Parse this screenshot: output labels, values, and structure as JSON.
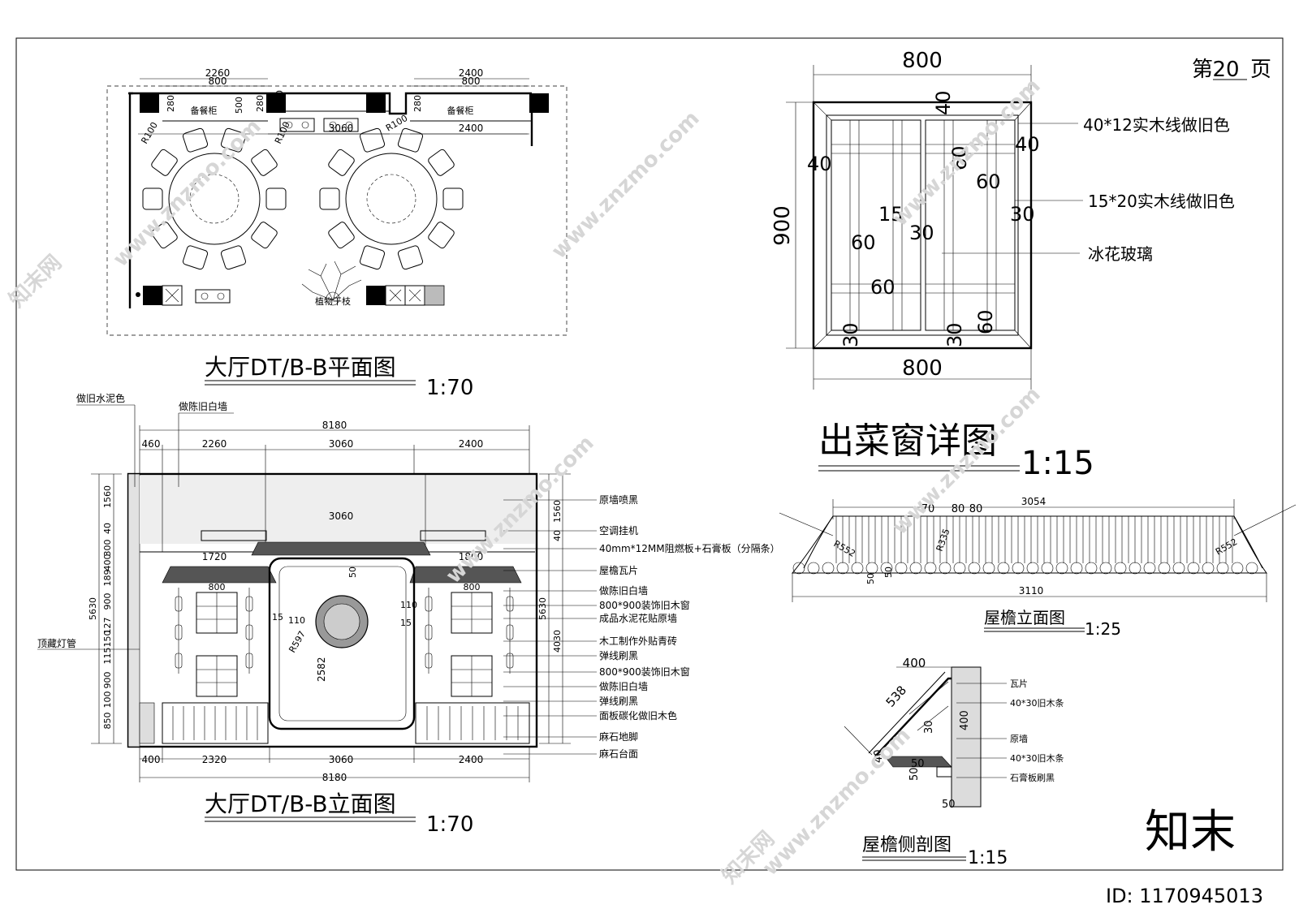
{
  "page": {
    "prefix": "第",
    "number": "20",
    "suffix": "页"
  },
  "plan": {
    "title": "大厅DT/B-B平面图",
    "scale": "1:70",
    "dims": {
      "d2260": "2260",
      "d800a": "800",
      "d2400a": "2400",
      "d800b": "800",
      "d3060": "3060",
      "d2400b": "2400",
      "r100a": "R100",
      "r100b": "R100",
      "r100c": "R100",
      "d280a": "280",
      "d500": "500",
      "d280b": "280",
      "d280c": "280",
      "d280d": "280"
    },
    "labels": {
      "cab1": "备餐柜",
      "cab2": "备餐柜",
      "plant": "植物干枝"
    }
  },
  "elevation": {
    "title": "大厅DT/B-B立面图",
    "scale": "1:70",
    "top": {
      "total": "8180",
      "d460": "460",
      "d2260": "2260",
      "d3060": "3060",
      "d2400": "2400"
    },
    "bottom": {
      "d400": "400",
      "d2320": "2320",
      "d3060": "3060",
      "d2400": "2400",
      "total": "8180"
    },
    "left_dims": [
      "1560",
      "40",
      "300",
      "400",
      "189",
      "900",
      "127",
      "150",
      "115",
      "900",
      "100",
      "850",
      "5630"
    ],
    "right_dims": [
      "1560",
      "40",
      "5630",
      "4030"
    ],
    "inner": {
      "d3060": "3060",
      "d1720": "1720",
      "d1800": "1800",
      "d800a": "800",
      "d800b": "800",
      "d2582": "2582",
      "r597": "R597",
      "d110a": "110",
      "d110b": "110",
      "d15a": "15",
      "d15b": "15",
      "d50": "50"
    },
    "top_notes": [
      "做旧水泥色",
      "做陈旧白墙"
    ],
    "left_note": "顶藏灯管",
    "notes": [
      "原墙喷黑",
      "空调挂机",
      "40mm*12MM阻燃板+石膏板（分隔条）",
      "屋檐瓦片",
      "做陈旧白墙",
      "800*900装饰旧木窗",
      "成品水泥花贴原墙",
      "木工制作外贴青砖",
      "弹线刷黑",
      "800*900装饰旧木窗",
      "做陈旧白墙",
      "弹线刷黑",
      "面板碳化做旧木色",
      "麻石地脚",
      "麻石台面"
    ]
  },
  "window": {
    "title": "出菜窗详图",
    "scale": "1:15",
    "dims": {
      "top": "800",
      "bottom": "800",
      "side": "900",
      "d40a": "40",
      "d40b": "40",
      "d40c": "40",
      "d60a": "60",
      "d60b": "60",
      "d60c": "60",
      "d60d": "60",
      "d60e": "60",
      "d15": "15",
      "d30a": "30",
      "d30b": "30",
      "d30c": "30",
      "d30d": "30"
    },
    "notes": [
      "40*12实木线做旧色",
      "15*20实木线做旧色",
      "冰花玻璃"
    ]
  },
  "eave": {
    "title": "屋檐立面图",
    "scale": "1:25",
    "dims": {
      "top": "3054",
      "d70": "70",
      "d80a": "80",
      "d80b": "80",
      "bottom": "3110",
      "r552a": "R552",
      "r335": "R335",
      "r552b": "R552",
      "d50a": "50",
      "d50b": "50"
    }
  },
  "section": {
    "title": "屋檐侧剖图",
    "scale": "1:15",
    "dims": {
      "d400": "400",
      "d538": "538",
      "d400v": "400",
      "d50a": "50",
      "d50b": "50",
      "d50c": "50",
      "d40": "40",
      "d30": "30"
    },
    "notes": [
      "瓦片",
      "40*30旧木条",
      "原墙",
      "40*30旧木条",
      "石膏板刷黑"
    ]
  },
  "watermark": {
    "site": "www.znzmo.com",
    "brand": "知末网",
    "logo": "知末",
    "id": "ID: 1170945013"
  }
}
